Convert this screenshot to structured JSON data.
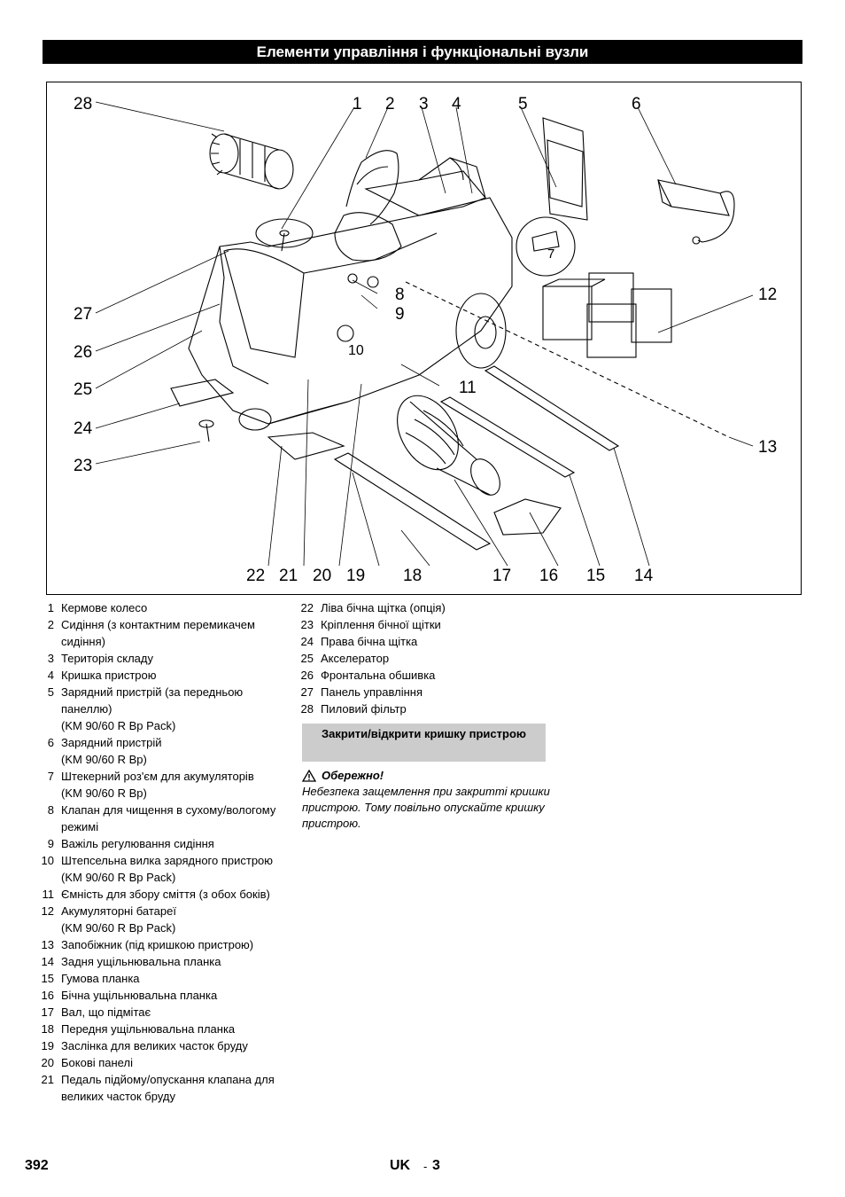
{
  "header": {
    "title": "Елементи управління і функціональні вузли"
  },
  "figure": {
    "callouts": [
      "1",
      "2",
      "3",
      "4",
      "5",
      "6",
      "7",
      "8",
      "9",
      "10",
      "11",
      "12",
      "13",
      "14",
      "15",
      "16",
      "17",
      "18",
      "19",
      "20",
      "21",
      "22",
      "23",
      "24",
      "25",
      "26",
      "27",
      "28"
    ]
  },
  "legend_left": [
    {
      "num": "1",
      "text": "Кермове колесо"
    },
    {
      "num": "2",
      "text": "Сидіння (з контактним перемикачем сидіння)"
    },
    {
      "num": "3",
      "text": "Територія складу"
    },
    {
      "num": "4",
      "text": "Кришка пристрою"
    },
    {
      "num": "5",
      "text": "Зарядний пристрій (за передньою панеллю)",
      "sub": "(KM 90/60 R Bp Pack)"
    },
    {
      "num": "6",
      "text": "Зарядний пристрій",
      "sub": "(KM 90/60 R Bp)"
    },
    {
      "num": "7",
      "text": "Штекерний роз'єм для акумуляторів",
      "sub": "(KM 90/60 R Bp)"
    },
    {
      "num": "8",
      "text": "Клапан для чищення в сухому/вологому режимі"
    },
    {
      "num": "9",
      "text": "Важіль регулювання сидіння"
    },
    {
      "num": "10",
      "text": "Штепсельна вилка зарядного пристрою",
      "sub": "(KM 90/60 R Bp Pack)"
    },
    {
      "num": "11",
      "text": "Ємність для збору сміття (з обох боків)"
    },
    {
      "num": "12",
      "text": "Акумуляторні батареї",
      "sub": "(KM 90/60 R Bp Pack)"
    },
    {
      "num": "13",
      "text": "Запобіжник (під кришкою пристрою)"
    },
    {
      "num": "14",
      "text": "Задня ущільнювальна планка"
    },
    {
      "num": "15",
      "text": "Гумова планка"
    },
    {
      "num": "16",
      "text": "Бічна ущільнювальна планка"
    },
    {
      "num": "17",
      "text": "Вал, що підмітає"
    },
    {
      "num": "18",
      "text": "Передня ущільнювальна планка"
    },
    {
      "num": "19",
      "text": "Заслінка для великих часток бруду"
    },
    {
      "num": "20",
      "text": "Бокові панелі"
    },
    {
      "num": "21",
      "text": "Педаль підйому/опускання клапана для великих часток бруду"
    }
  ],
  "legend_right": [
    {
      "num": "22",
      "text": "Ліва бічна щітка (опція)"
    },
    {
      "num": "23",
      "text": "Кріплення бічної щітки"
    },
    {
      "num": "24",
      "text": "Права бічна щітка"
    },
    {
      "num": "25",
      "text": "Акселератор"
    },
    {
      "num": "26",
      "text": "Фронтальна обшивка"
    },
    {
      "num": "27",
      "text": "Панель управління"
    },
    {
      "num": "28",
      "text": "Пиловий фільтр"
    }
  ],
  "section": {
    "title": "Закрити/відкрити кришку пристрою"
  },
  "caution": {
    "label": "Обережно!",
    "text": "Небезпека защемлення при закритті кришки пристрою. Тому повільно опускайте кришку пристрою."
  },
  "footer": {
    "page_number": "392",
    "language": "UK",
    "separator": "-",
    "section_page": "3"
  }
}
